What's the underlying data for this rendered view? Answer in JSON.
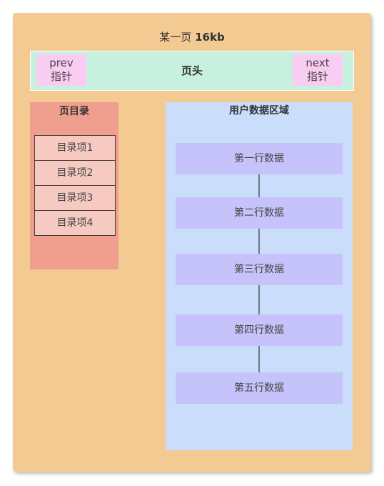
{
  "page": {
    "title_prefix": "某一页",
    "title_size": "16kb"
  },
  "header": {
    "label": "页头",
    "prev": {
      "line1": "prev",
      "line2": "指针"
    },
    "next": {
      "line1": "next",
      "line2": "指针"
    }
  },
  "directory": {
    "title": "页目录",
    "items": [
      "目录项1",
      "目录项2",
      "目录项3",
      "目录项4"
    ]
  },
  "user_area": {
    "title": "用户数据区域",
    "rows": [
      "第一行数据",
      "第二行数据",
      "第三行数据",
      "第四行数据",
      "第五行数据"
    ]
  },
  "colors": {
    "page_bg": "#f3ca92",
    "header_bg": "#c8f0df",
    "pointer_bg": "#f9cdf2",
    "directory_bg": "#f09e8e",
    "directory_item_bg": "#f6cac0",
    "user_area_bg": "#cadefc",
    "row_bg": "#c5c3fa",
    "arrow": "#333333"
  }
}
